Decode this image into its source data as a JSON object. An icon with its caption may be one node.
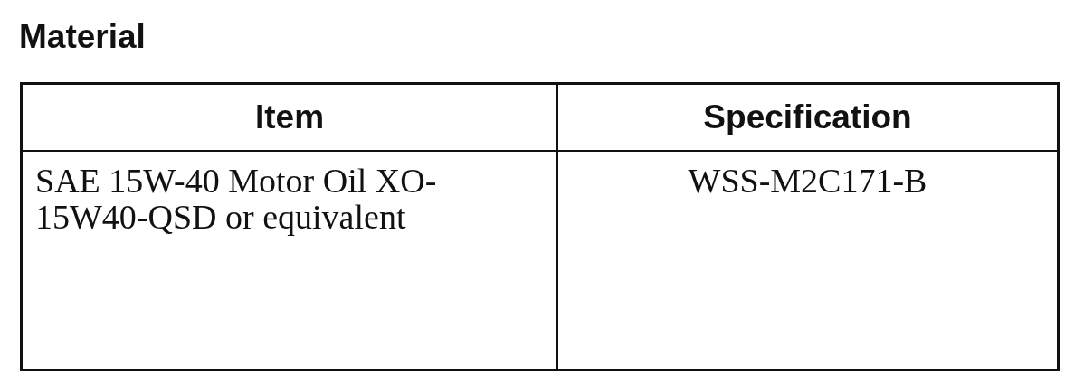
{
  "diagram": {
    "title": "Material",
    "labels": [
      "Item",
      "Specification",
      "SAE 15W-40 Motor Oil XO-15W40-QSD or equivalent",
      "WSS-M2C171-B"
    ]
  }
}
